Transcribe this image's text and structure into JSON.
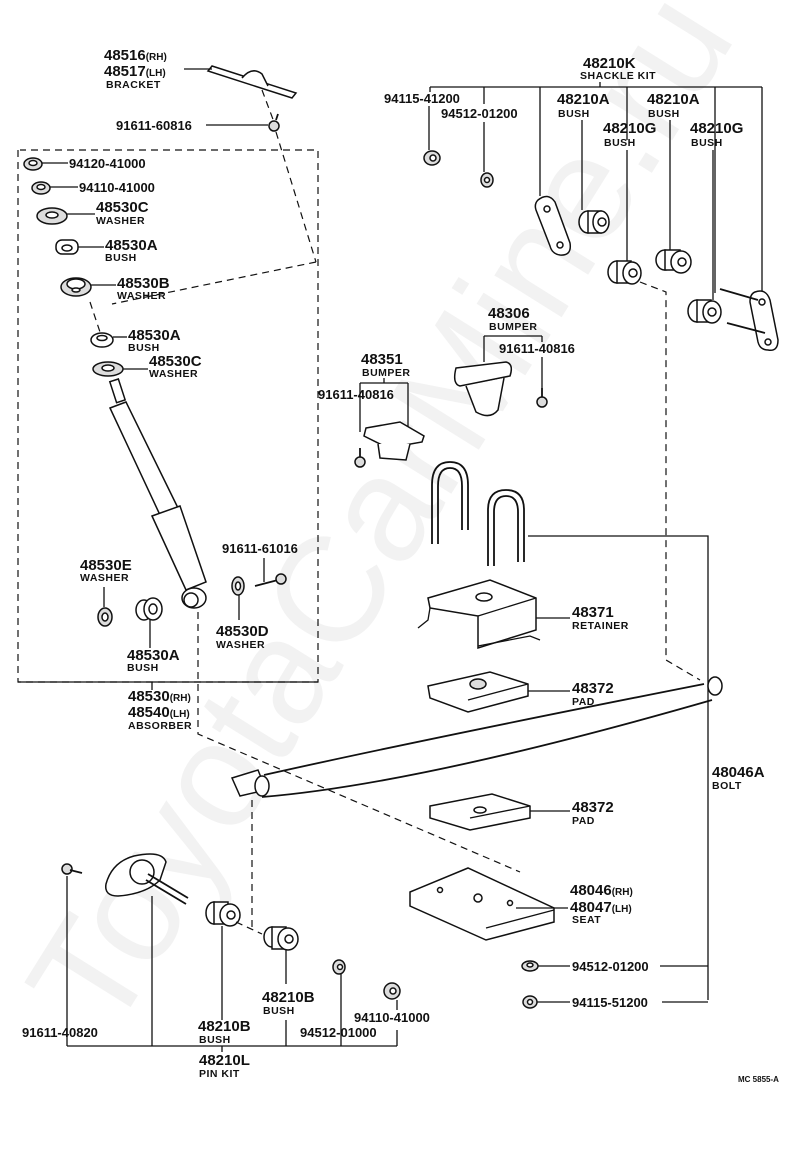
{
  "watermark": "ToyotaCarMine.ru",
  "diagram_code": "MC 5855-A",
  "parts": {
    "bracket": {
      "numbers": [
        "48516",
        "48517"
      ],
      "sides": [
        "(RH)",
        "(LH)"
      ],
      "name": "BRACKET"
    },
    "bolt_bracket": {
      "number": "91611-60816"
    },
    "nut_top": {
      "number": "94120-41000"
    },
    "nut_top2": {
      "number": "94110-41000"
    },
    "washer_c_top": {
      "number": "48530C",
      "name": "WASHER"
    },
    "bush_a_top": {
      "number": "48530A",
      "name": "BUSH"
    },
    "washer_b": {
      "number": "48530B",
      "name": "WASHER"
    },
    "bush_a_mid": {
      "number": "48530A",
      "name": "BUSH"
    },
    "washer_c_mid": {
      "number": "48530C",
      "name": "WASHER"
    },
    "washer_e": {
      "number": "48530E",
      "name": "WASHER"
    },
    "bush_a_bottom": {
      "number": "48530A",
      "name": "BUSH"
    },
    "bolt_absorber": {
      "number": "91611-61016"
    },
    "washer_d": {
      "number": "48530D",
      "name": "WASHER"
    },
    "absorber": {
      "numbers": [
        "48530",
        "48540"
      ],
      "sides": [
        "(RH)",
        "(LH)"
      ],
      "name": "ABSORBER"
    },
    "shackle_kit": {
      "number": "48210K",
      "name": "SHACKLE KIT"
    },
    "shackle_nut": {
      "number": "94115-41200"
    },
    "shackle_washer": {
      "number": "94512-01200"
    },
    "shackle_bush_a1": {
      "number": "48210A",
      "name": "BUSH"
    },
    "shackle_bush_a2": {
      "number": "48210A",
      "name": "BUSH"
    },
    "shackle_bush_g1": {
      "number": "48210G",
      "name": "BUSH"
    },
    "shackle_bush_g2": {
      "number": "48210G",
      "name": "BUSH"
    },
    "bumper_upper": {
      "number": "48306",
      "name": "BUMPER"
    },
    "bumper_upper_bolt": {
      "number": "91611-40816"
    },
    "bumper_lower": {
      "number": "48351",
      "name": "BUMPER"
    },
    "bumper_lower_bolt": {
      "number": "91611-40816"
    },
    "retainer": {
      "number": "48371",
      "name": "RETAINER"
    },
    "pad_upper": {
      "number": "48372",
      "name": "PAD"
    },
    "pad_lower": {
      "number": "48372",
      "name": "PAD"
    },
    "ubolt": {
      "number": "48046A",
      "name": "BOLT"
    },
    "seat": {
      "numbers": [
        "48046",
        "48047"
      ],
      "sides": [
        "(RH)",
        "(LH)"
      ],
      "name": "SEAT"
    },
    "ubolt_washer": {
      "number": "94512-01200"
    },
    "ubolt_nut": {
      "number": "94115-51200"
    },
    "pin_kit": {
      "number": "48210L",
      "name": "PIN KIT"
    },
    "pin_bolt": {
      "number": "91611-40820"
    },
    "pin_bush_b1": {
      "number": "48210B",
      "name": "BUSH"
    },
    "pin_bush_b2": {
      "number": "48210B",
      "name": "BUSH"
    },
    "pin_washer": {
      "number": "94512-01000"
    },
    "pin_nut": {
      "number": "94110-41000"
    }
  }
}
